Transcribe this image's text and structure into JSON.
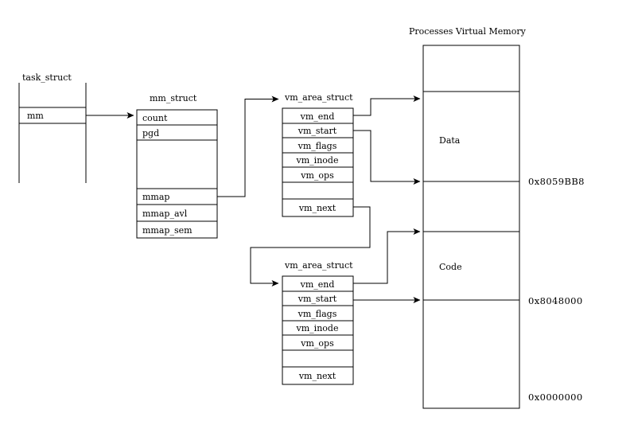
{
  "diagram": {
    "title_memory": "Processes Virtual Memory",
    "task_struct": {
      "label": "task_struct",
      "fields": [
        "mm"
      ]
    },
    "mm_struct": {
      "label": "mm_struct",
      "fields": [
        "count",
        "pgd",
        "",
        "mmap",
        "mmap_avl",
        "mmap_sem"
      ]
    },
    "vm_area_struct_1": {
      "label": "vm_area_struct",
      "fields": [
        "vm_end",
        "vm_start",
        "vm_flags",
        "vm_inode",
        "vm_ops",
        "",
        "vm_next"
      ]
    },
    "vm_area_struct_2": {
      "label": "vm_area_struct",
      "fields": [
        "vm_end",
        "vm_start",
        "vm_flags",
        "vm_inode",
        "vm_ops",
        "",
        "vm_next"
      ]
    },
    "memory": {
      "segments": [
        {
          "name": "",
          "label": ""
        },
        {
          "name": "data-segment",
          "label": "Data"
        },
        {
          "name": "gap-segment",
          "label": ""
        },
        {
          "name": "code-segment",
          "label": "Code"
        },
        {
          "name": "low-segment",
          "label": ""
        }
      ],
      "addresses": [
        {
          "name": "data-start-address",
          "value": "0x8059BB8"
        },
        {
          "name": "code-start-address",
          "value": "0x8048000"
        },
        {
          "name": "null-address",
          "value": "0x0000000"
        }
      ]
    },
    "colors": {
      "stroke": "#000000",
      "background": "#ffffff"
    }
  }
}
